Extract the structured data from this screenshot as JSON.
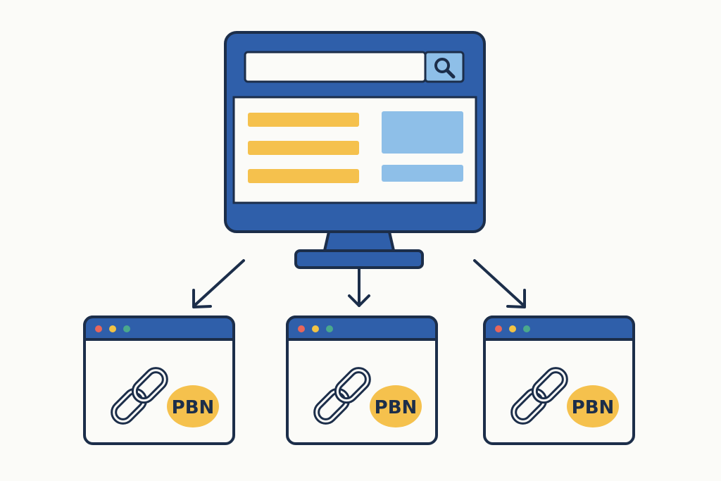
{
  "colors": {
    "background": "#fbfbf8",
    "outline": "#1c2e4a",
    "primary_blue": "#2f5faa",
    "light_blue": "#8ebfe8",
    "panel": "#fbfbf8",
    "accent_yellow": "#f5c14d",
    "dot_red": "#e8665a",
    "dot_yellow": "#f2c344",
    "dot_green": "#4aa88c"
  },
  "monitor": {
    "search_input_value": "",
    "search_icon": "search-icon",
    "content_lines": 3,
    "side_blocks": 2
  },
  "pbn_sites": [
    {
      "badge": "PBN",
      "icon": "chain-link-icon"
    },
    {
      "badge": "PBN",
      "icon": "chain-link-icon"
    },
    {
      "badge": "PBN",
      "icon": "chain-link-icon"
    }
  ],
  "arrows": [
    {
      "direction": "down-left"
    },
    {
      "direction": "down"
    },
    {
      "direction": "down-right"
    }
  ]
}
